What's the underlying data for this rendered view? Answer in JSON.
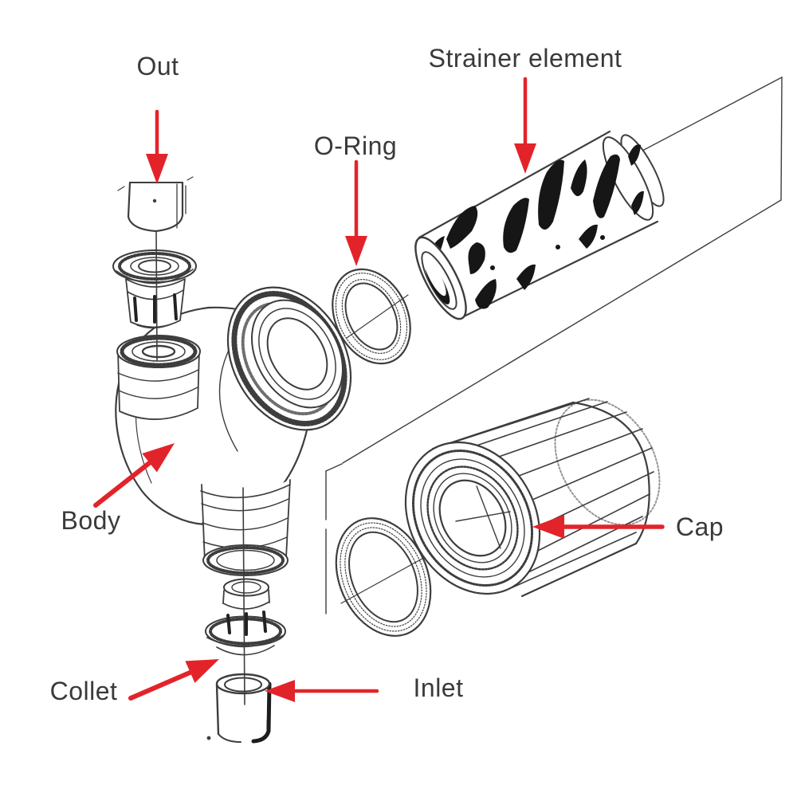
{
  "figure": {
    "kind": "exploded-parts-diagram"
  },
  "labels": {
    "out": "Out",
    "strainer_element": "Strainer element",
    "o_ring": "O-Ring",
    "body": "Body",
    "cap": "Cap",
    "collet": "Collet",
    "inlet": "Inlet"
  },
  "colors": {
    "background": "#ffffff",
    "line": "#3d3d3d",
    "ink": "#161616",
    "arrow": "#e2242a",
    "text": "#3a3a3a"
  }
}
